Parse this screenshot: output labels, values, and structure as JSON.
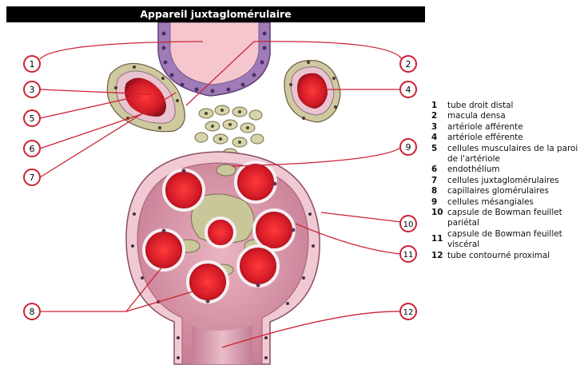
{
  "figure": {
    "title": "Appareil juxtaglomérulaire",
    "callouts": [
      "1",
      "2",
      "3",
      "4",
      "5",
      "6",
      "7",
      "8",
      "9",
      "10",
      "11",
      "12"
    ]
  },
  "legend": [
    {
      "num": "1",
      "text": "tube droit distal"
    },
    {
      "num": "2",
      "text": "macula densa"
    },
    {
      "num": "3",
      "text": "artériole afférente"
    },
    {
      "num": "4",
      "text": "artériole efférente"
    },
    {
      "num": "5",
      "text": "cellules musculaires de la paroi de l'artériole"
    },
    {
      "num": "6",
      "text": "endothélium"
    },
    {
      "num": "7",
      "text": "cellules juxtaglomérulaires"
    },
    {
      "num": "8",
      "text": "capillaires glomérulaires"
    },
    {
      "num": "9",
      "text": "cellules mésangiales"
    },
    {
      "num": "10",
      "text": "capsule de Bowman feuillet pariétal"
    },
    {
      "num": "11",
      "text": "capsule de Bowman feuillet viscéral"
    },
    {
      "num": "12",
      "text": "tube contourné proximal"
    }
  ],
  "colors": {
    "callout": "#cc2233",
    "tubule_purple": "#b48fc6",
    "capsule_pink": "#e2a6b4",
    "capillary_red": "#d21f2c",
    "mesangial_olive": "#c9c79a"
  }
}
